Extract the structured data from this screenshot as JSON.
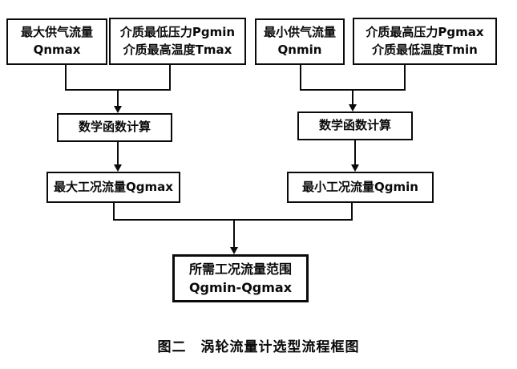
{
  "diagram": {
    "nodes": {
      "qnmax": {
        "line1": "最大供气流量",
        "line2": "Qnmax"
      },
      "pgmin_tmax": {
        "line1": "介质最低压力Pgmin",
        "line2": "介质最高温度Tmax"
      },
      "qnmin": {
        "line1": "最小供气流量",
        "line2": "Qnmin"
      },
      "pgmax_tmin": {
        "line1": "介质最高压力Pgmax",
        "line2": "介质最低温度Tmin"
      },
      "calc_left": {
        "label": "数学函数计算"
      },
      "calc_right": {
        "label": "数学函数计算"
      },
      "qgmax": {
        "label": "最大工况流量Qgmax"
      },
      "qgmin": {
        "label": "最小工况流量Qgmin"
      },
      "result": {
        "line1": "所需工况流量范围",
        "line2": "Qgmin-Qgmax"
      }
    },
    "caption": "图二　涡轮流量计选型流程框图",
    "colors": {
      "background": "#ffffff",
      "line": "#0a0a0a",
      "text": "#0a0a0a"
    }
  }
}
